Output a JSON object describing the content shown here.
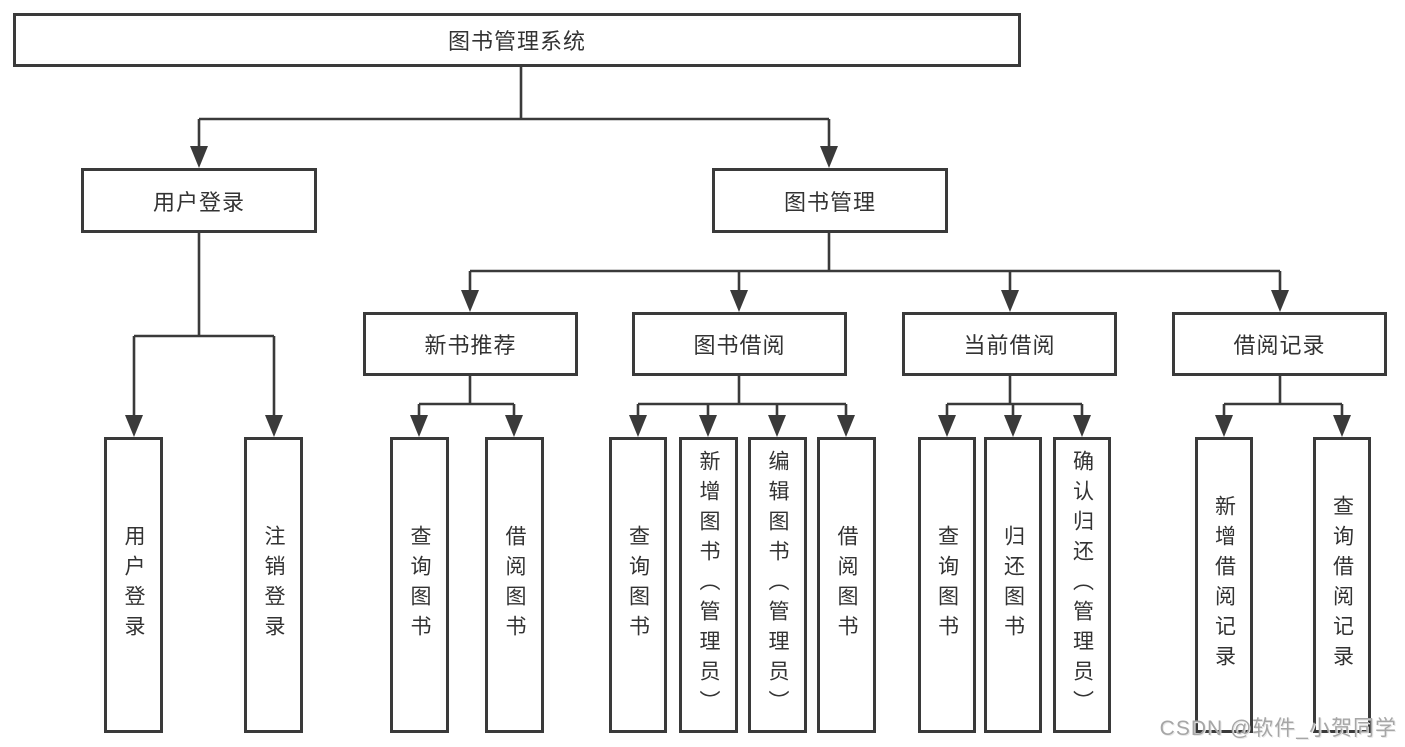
{
  "diagram_title": "图书管理系统",
  "colors": {
    "line": "#3a3a3a",
    "box_border": "#3a3a3a",
    "text": "#333333",
    "watermark": "#a6a6a6",
    "background": "#ffffff"
  },
  "nodes": {
    "root": "图书管理系统",
    "user_login": "用户登录",
    "book_mgmt": "图书管理",
    "new_book_rec": "新书推荐",
    "book_borrow": "图书借阅",
    "current_borrow": "当前借阅",
    "borrow_record": "借阅记录",
    "leaf_user_login": "用户登录",
    "leaf_logout": "注销登录",
    "leaf_query_book_1": "查询图书",
    "leaf_borrow_book_1": "借阅图书",
    "leaf_query_book_2": "查询图书",
    "leaf_add_book_admin": "新增图书（管理员）",
    "leaf_edit_book_admin": "编辑图书（管理员）",
    "leaf_borrow_book_2": "借阅图书",
    "leaf_query_book_3": "查询图书",
    "leaf_return_book": "归还图书",
    "leaf_confirm_return_admin": "确认归还（管理员）",
    "leaf_add_borrow_record": "新增借阅记录",
    "leaf_query_borrow_record": "查询借阅记录"
  },
  "watermark": "CSDN @软件_小贺同学"
}
